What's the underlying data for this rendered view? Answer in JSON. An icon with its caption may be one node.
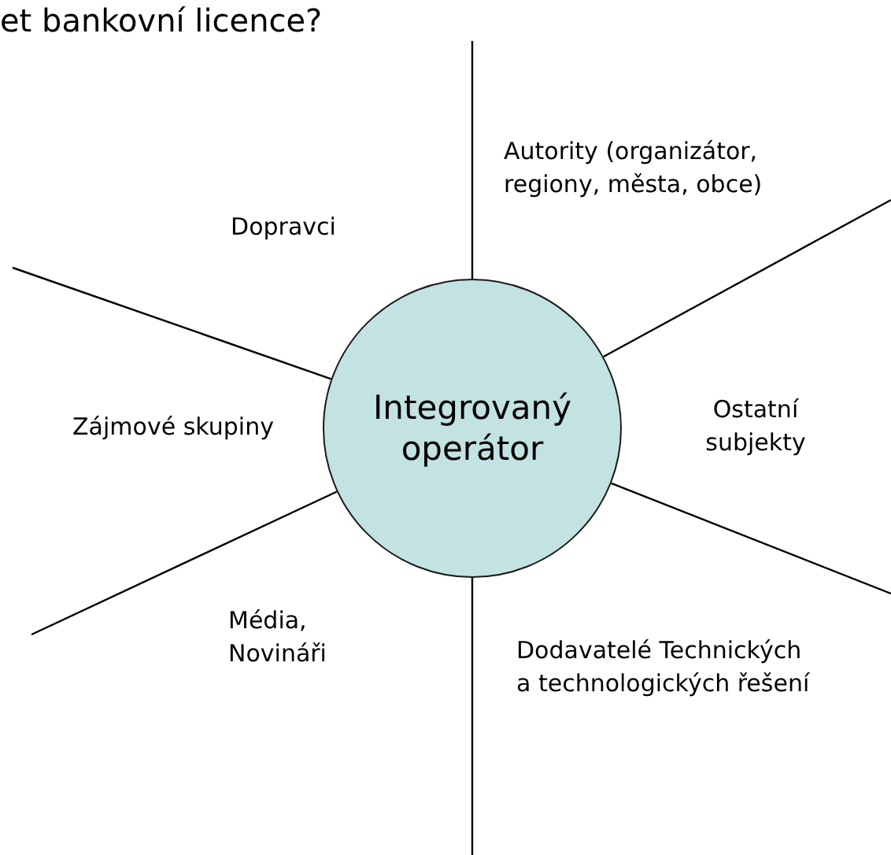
{
  "diagram": {
    "nodes": [
      {
        "text": [
          "Integrovaný operátor"
        ]
      }
    ],
    "labels": [
      "et bankovní licence?",
      "Dopravci",
      "Autority (organizátor, regiony, města, obce)",
      "Zájmové skupiny",
      "Ostatní subjekty",
      "Média, Novináři",
      "Dodavatelé Technických a technologických řešení"
    ]
  }
}
